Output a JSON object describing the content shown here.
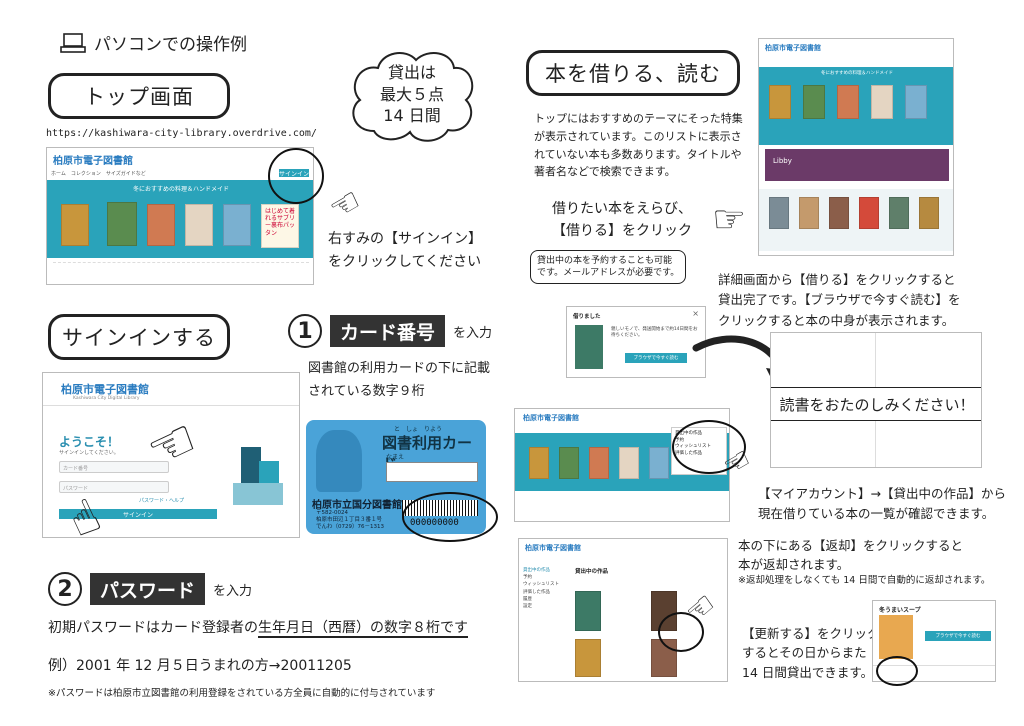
{
  "header": {
    "title": "パソコンでの操作例"
  },
  "top_section": {
    "label": "トップ画面",
    "url": "https://kashiwara-city-library.overdrive.com/",
    "instruction": [
      "右すみの【サインイン】",
      "をクリックしてください"
    ],
    "shot": {
      "lib_name": "柏原市電子図書館",
      "nav": "ホーム　コレクション　サイズガイドなど",
      "signin": "サインイン",
      "banner_title": "冬におすすめの料理＆ハンドメイド",
      "side_book_text": "はじめて着れるサブリー裏布パッタン"
    }
  },
  "bubble": {
    "lines": [
      "貸出は",
      "最大５点",
      "14 日間"
    ]
  },
  "signin_section": {
    "label": "サインインする",
    "step1_title": "カード番号",
    "step1_suffix": "を入力",
    "step1_desc": [
      "図書館の利用カードの下に記載",
      "されている数字９桁"
    ],
    "shot": {
      "lib_name": "柏原市電子図書館",
      "lib_sub": "Kashiwara City Digital Library",
      "welcome": "ようこそ！",
      "welcome_sub": "サインインしてください。",
      "id_placeholder": "カード番号",
      "pw_placeholder": "パスワード",
      "forgot": "パスワード・ヘルプ",
      "signin_btn": "サインイン"
    },
    "card": {
      "ruby": "と　しょ　りよう",
      "title": "図書利用カード",
      "name_label": "なまえ",
      "library": "柏原市立国分図書館",
      "address_lines": [
        "〒582-0024",
        "柏原市田辺１丁目３番１号",
        "でんわ（0729）76－1313"
      ],
      "barcode_number": "000000000"
    },
    "step2_title": "パスワード",
    "step2_suffix": "を入力",
    "pw_rule_pre": "初期パスワードはカード登録者の",
    "pw_rule_underline": "生年月日（西暦）の数字８桁です",
    "example": "例）2001 年 12 月５日うまれの方→20011205",
    "footnote": "※パスワードは柏原市立図書館の利用登録をされている方全員に自動的に付与されています"
  },
  "borrow_section": {
    "label": "本を借りる、読む",
    "desc": [
      "トップにはおすすめのテーマにそった特集",
      "が表示されています。このリストに表示さ",
      "れていない本も多数あります。タイトルや",
      "著者名などで検索できます。"
    ],
    "choose": [
      "借りたい本をえらび、",
      "【借りる】をクリック"
    ],
    "reserve_note": [
      "貸出中の本を予約することも可能",
      "です。メールアドレスが必要です。"
    ],
    "detail_desc": [
      "詳細画面から【借りる】をクリックすると",
      "貸出完了です。【ブラウザで今すぐ読む】を",
      "クリックすると本の中身が表示されます。"
    ],
    "enjoy": "読書をおたのしみください！",
    "popup": {
      "title": "借りました",
      "body": "親しいモノで、発送開始まで約14日間をお待ちください。",
      "read_btn": "ブラウザで今すぐ読む",
      "close": "×"
    },
    "shot_banner": "冬におすすめの料理＆ハンドメイド",
    "app_banner": "Libby"
  },
  "account_section": {
    "desc": [
      "【マイアカウント】→【貸出中の作品】から",
      "現在借りている本の一覧が確認できます。"
    ],
    "menu_items": [
      "貸出中の作品",
      "予約",
      "ウィッシュリスト",
      "評価した作品",
      "履歴",
      "設定"
    ],
    "loans_title": "貸出中の作品"
  },
  "return_section": {
    "desc": [
      "本の下にある【返却】をクリックすると",
      "本が返却されます。"
    ],
    "note": "※返却処理をしなくても 14 日間で自動的に返却されます。",
    "renew": [
      "【更新する】をクリック",
      "するとその日からまた",
      "14 日間貸出できます。"
    ],
    "book_title": "冬うまいスープ",
    "renew_btn": "ブラウザで今すぐ読む"
  },
  "colors": {
    "teal": "#2aa3ba",
    "dark": "#333333",
    "card_blue": "#4aa3d8",
    "library_blue": "#2a7cc0"
  }
}
